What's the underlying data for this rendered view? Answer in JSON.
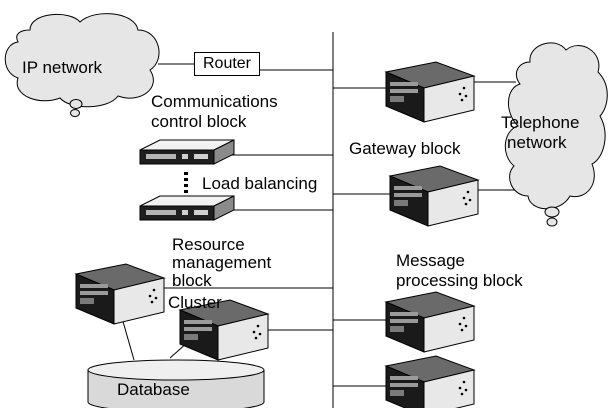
{
  "diagram": {
    "ip_network": "IP network",
    "router": "Router",
    "telephone_network_line1": "Telephone",
    "telephone_network_line2": "network",
    "comm_block_line1": "Communications",
    "comm_block_line2": "control block",
    "load_balancing": "Load balancing",
    "resource_line1": "Resource",
    "resource_line2": "management",
    "resource_line3": "block",
    "gateway_block": "Gateway block",
    "message_line1": "Message",
    "message_line2": "processing block",
    "cluster": "Cluster",
    "database": "Database"
  }
}
